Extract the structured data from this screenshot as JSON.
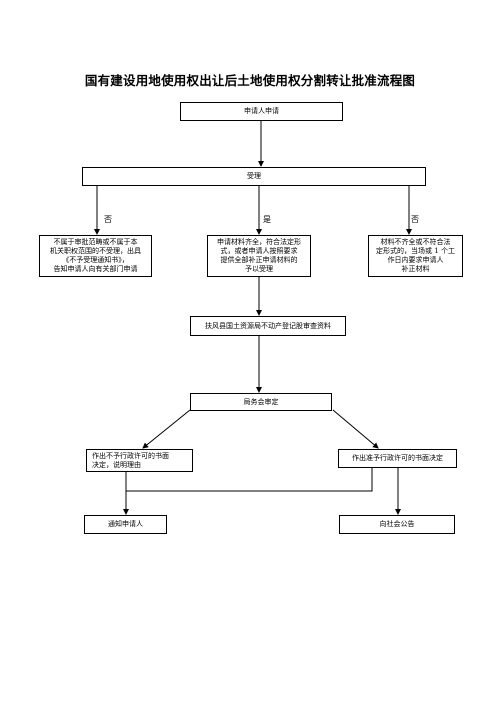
{
  "title": "国有建设用地使用权出让后土地使用权分割转让批准流程图",
  "nodes": {
    "apply": "申请人申请",
    "accept": "受理",
    "reject_scope": "不属于审批范畴或不属于本\n机关职权范围的不受理，出具\n《不予受理通知书》，\n告知申请人向有关部门申请",
    "accept_ok": "申请材料齐全，符合法定形\n式，或者申请人按照要求\n提供全部补正申请材料的\n予以受理",
    "incomplete": "材料不齐全或不符合法\n定形式的，当场或 1 个工\n作日内要求申请人\n补正材料",
    "review": "扶风县国土资源局不动产登记股审查资料",
    "meeting": "局务会审定",
    "deny_decision": "作出不予行政许可的书面\n决定，说明理由",
    "grant_decision": "作出准予行政许可的书面决定",
    "notify": "通知申请人",
    "announce": "向社会公告"
  },
  "labels": {
    "no_left": "否",
    "yes": "是",
    "no_right": "否"
  }
}
